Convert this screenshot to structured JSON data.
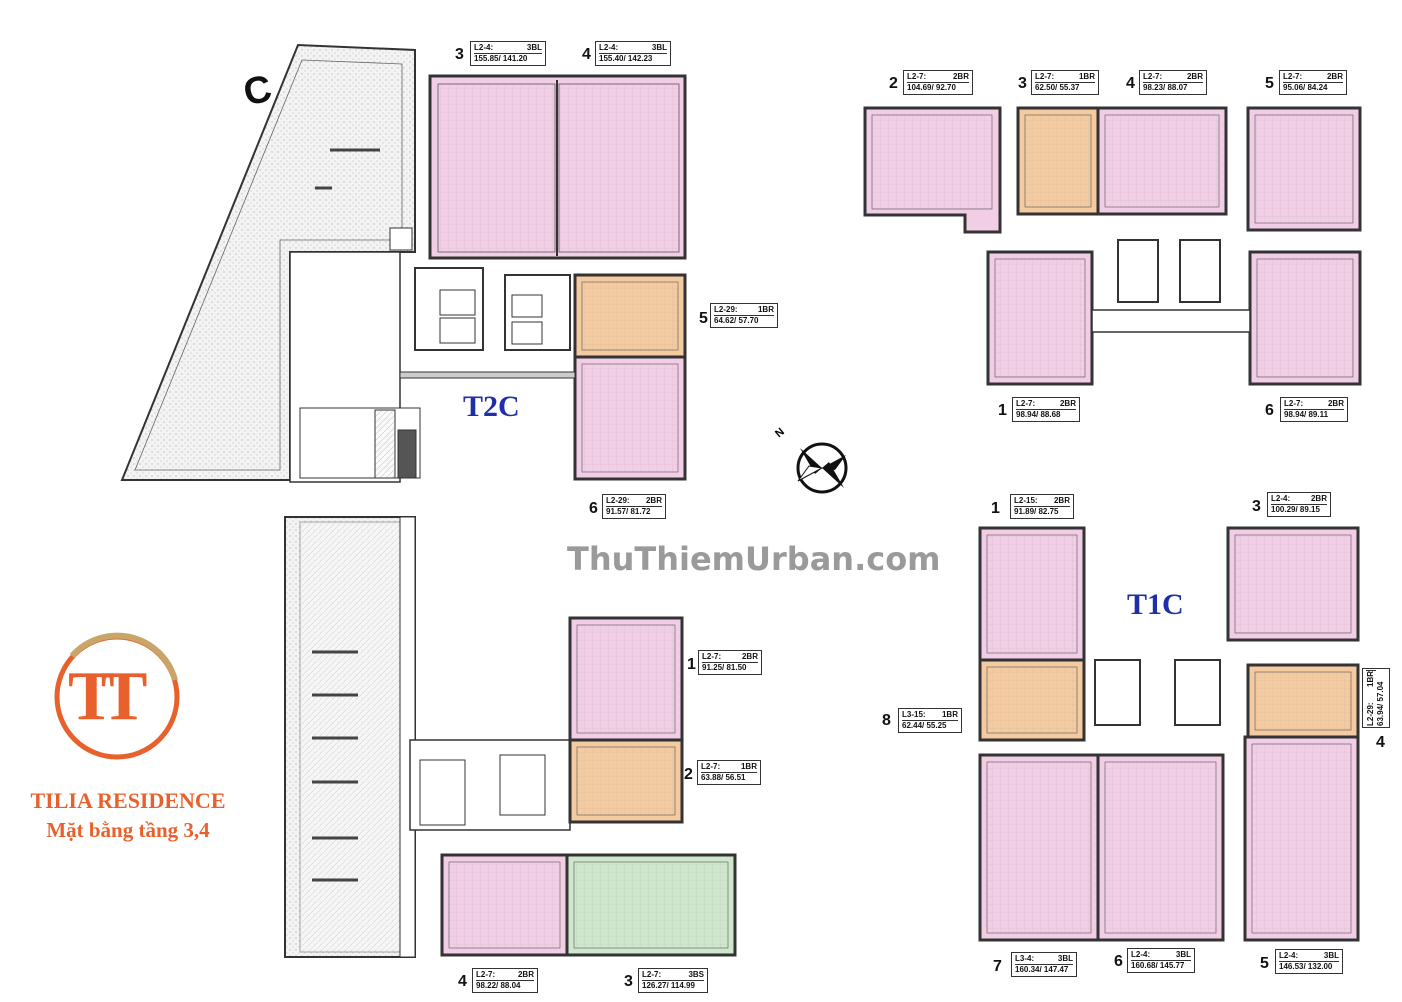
{
  "project": {
    "name": "TILIA RESIDENCE",
    "subtitle": "Mặt bằng tầng 3,4",
    "logo_text": "TT",
    "watermark": "ThuThiemUrban.com"
  },
  "buildings": {
    "block_c_label": "C",
    "t2c_label": "T2C",
    "t1c_label": "T1C"
  },
  "compass": {
    "north_label": "N"
  },
  "colors": {
    "pink": "#f2cde6",
    "orange": "#f4caa0",
    "green": "#cfe7cc",
    "blue_label": "#1f2fa8",
    "brand_orange": "#e8612c",
    "brand_gold": "#c9a56a"
  },
  "units": {
    "t2c": [
      {
        "num": "3",
        "code": "L2-4:",
        "type": "3BL",
        "area": "155.85/ 141.20"
      },
      {
        "num": "4",
        "code": "L2-4:",
        "type": "3BL",
        "area": "155.40/ 142.23"
      },
      {
        "num": "5",
        "code": "L2-29:",
        "type": "1BR",
        "area": "64.62/ 57.70"
      },
      {
        "num": "6",
        "code": "L2-29:",
        "type": "2BR",
        "area": "91.57/ 81.72"
      }
    ],
    "top_right": [
      {
        "num": "2",
        "code": "L2-7:",
        "type": "2BR",
        "area": "104.69/ 92.70"
      },
      {
        "num": "3",
        "code": "L2-7:",
        "type": "1BR",
        "area": "62.50/ 55.37"
      },
      {
        "num": "4",
        "code": "L2-7:",
        "type": "2BR",
        "area": "98.23/ 88.07"
      },
      {
        "num": "5",
        "code": "L2-7:",
        "type": "2BR",
        "area": "95.06/ 84.24"
      },
      {
        "num": "1",
        "code": "L2-7:",
        "type": "2BR",
        "area": "98.94/ 88.68"
      },
      {
        "num": "6",
        "code": "L2-7:",
        "type": "2BR",
        "area": "98.94/ 89.11"
      }
    ],
    "bottom_left": [
      {
        "num": "1",
        "code": "L2-7:",
        "type": "2BR",
        "area": "91.25/ 81.50"
      },
      {
        "num": "2",
        "code": "L2-7:",
        "type": "1BR",
        "area": "63.88/ 56.51"
      },
      {
        "num": "4",
        "code": "L2-7:",
        "type": "2BR",
        "area": "98.22/ 88.04"
      },
      {
        "num": "3",
        "code": "L2-7:",
        "type": "3BS",
        "area": "126.27/ 114.99"
      }
    ],
    "t1c": [
      {
        "num": "1",
        "code": "L2-15:",
        "type": "2BR",
        "area": "91.89/ 82.75"
      },
      {
        "num": "3",
        "code": "L2-4:",
        "type": "2BR",
        "area": "100.29/ 89.15"
      },
      {
        "num": "8",
        "code": "L3-15:",
        "type": "1BR",
        "area": "62.44/ 55.25"
      },
      {
        "num": "4",
        "code": "L2-29:",
        "type": "1BR",
        "area": "63.94/ 57.04"
      },
      {
        "num": "7",
        "code": "L3-4:",
        "type": "3BL",
        "area": "160.34/ 147.47"
      },
      {
        "num": "6",
        "code": "L2-4:",
        "type": "3BL",
        "area": "160.68/ 145.77"
      },
      {
        "num": "5",
        "code": "L2-4:",
        "type": "3BL",
        "area": "146.53/ 132.00"
      }
    ]
  }
}
